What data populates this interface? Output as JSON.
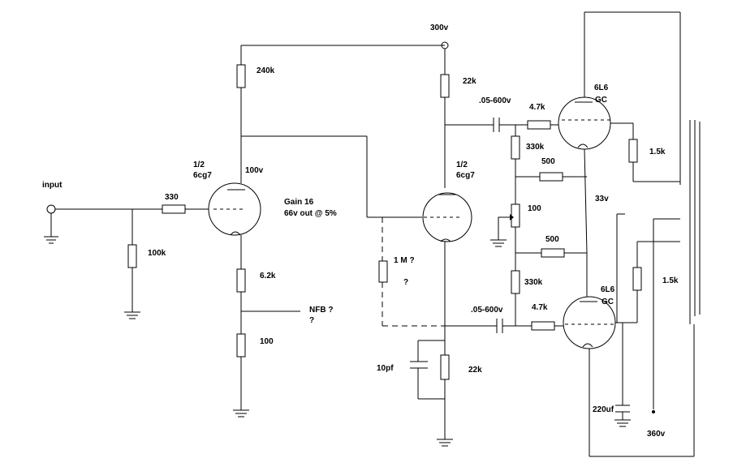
{
  "labels": {
    "supply": "300v",
    "r240k": "240k",
    "r22k_top": "22k",
    "cap_coupling_1": ".05-600v",
    "r4_7k_1": "4.7k",
    "tube1_half": "1/2",
    "tube1_type": "6cg7",
    "v100": "100v",
    "input": "input",
    "r330": "330",
    "r100k": "100k",
    "gain": "Gain 16",
    "gain_note": "66v out @ 5%",
    "r6_2k": "6.2k",
    "nfb": "NFB ?",
    "nfb_q": "?",
    "r100_cathode": "100",
    "tube2_half": "1/2",
    "tube2_type": "6cg7",
    "r330k_1": "330k",
    "r500_1": "500",
    "pot100": "100",
    "r1m": "1 M ?",
    "r1m_q": "?",
    "r500_2": "500",
    "r330k_2": "330k",
    "cap_coupling_2": ".05-600v",
    "r4_7k_2": "4.7k",
    "c10pf": "10pf",
    "r22k_bottom": "22k",
    "v33": "33v",
    "tube3_type_a": "6L6",
    "tube3_type_b": "GC",
    "tube4_type_a": "6L6",
    "tube4_type_b": "GC",
    "r1_5k_1": "1.5k",
    "r1_5k_2": "1.5k",
    "c220uf": "220uf",
    "v360": "360v"
  }
}
